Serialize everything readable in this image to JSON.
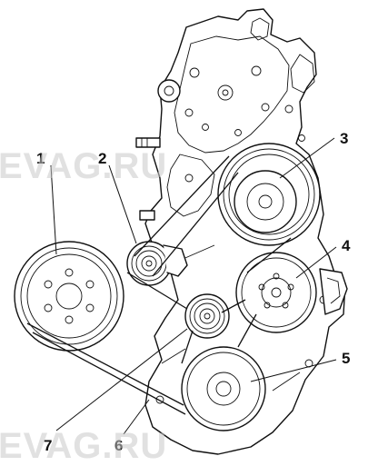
{
  "callouts": [
    {
      "id": "1",
      "label": "1"
    },
    {
      "id": "2",
      "label": "2"
    },
    {
      "id": "3",
      "label": "3"
    },
    {
      "id": "4",
      "label": "4"
    },
    {
      "id": "5",
      "label": "5"
    },
    {
      "id": "6",
      "label": "6"
    },
    {
      "id": "7",
      "label": "7"
    }
  ],
  "watermark": "EVAG.RU",
  "colors": {
    "line": "#111111",
    "background": "#ffffff",
    "watermark": "#c8c8c8"
  }
}
